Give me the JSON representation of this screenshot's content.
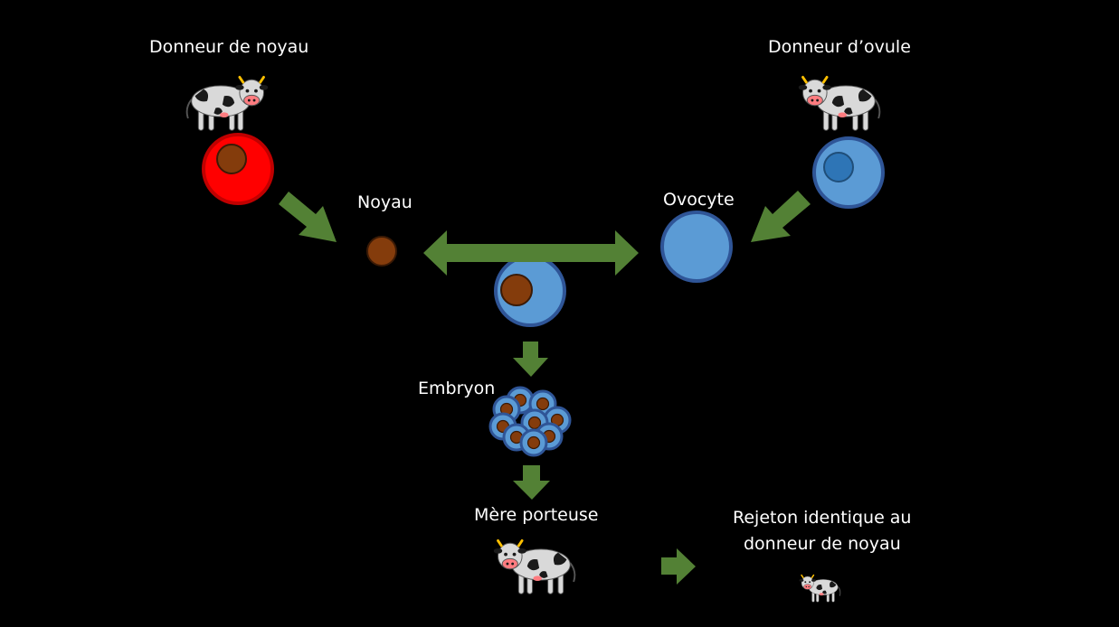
{
  "labels": {
    "nucleus_donor": "Donneur de noyau",
    "egg_donor": "Donneur d’ovule",
    "nucleus": "Noyau",
    "oocyte": "Ovocyte",
    "embryo": "Embryon",
    "surrogate": "Mère porteuse",
    "offspring_line1": "Rejeton identique au",
    "offspring_line2": "donneur de noyau"
  },
  "colors": {
    "background": "#000000",
    "arrow_green": "#538135",
    "cell_blue": "#5b9bd5",
    "cell_blue_border": "#2f5597",
    "donor_cell_red": "#ff0000",
    "donor_cell_border": "#c00000",
    "nucleus_brown": "#843c0c",
    "nucleus_blue": "#2e75b6",
    "cow_body": "#d9d9d9",
    "cow_spots": "#1a1a1a",
    "cow_muzzle": "#ff7c80"
  },
  "icons": [
    "cow-icon",
    "donor-cell-icon",
    "oocyte-icon",
    "nucleus-icon",
    "reconstructed-cell-icon",
    "embryo-cluster-icon",
    "arrow-icon"
  ]
}
